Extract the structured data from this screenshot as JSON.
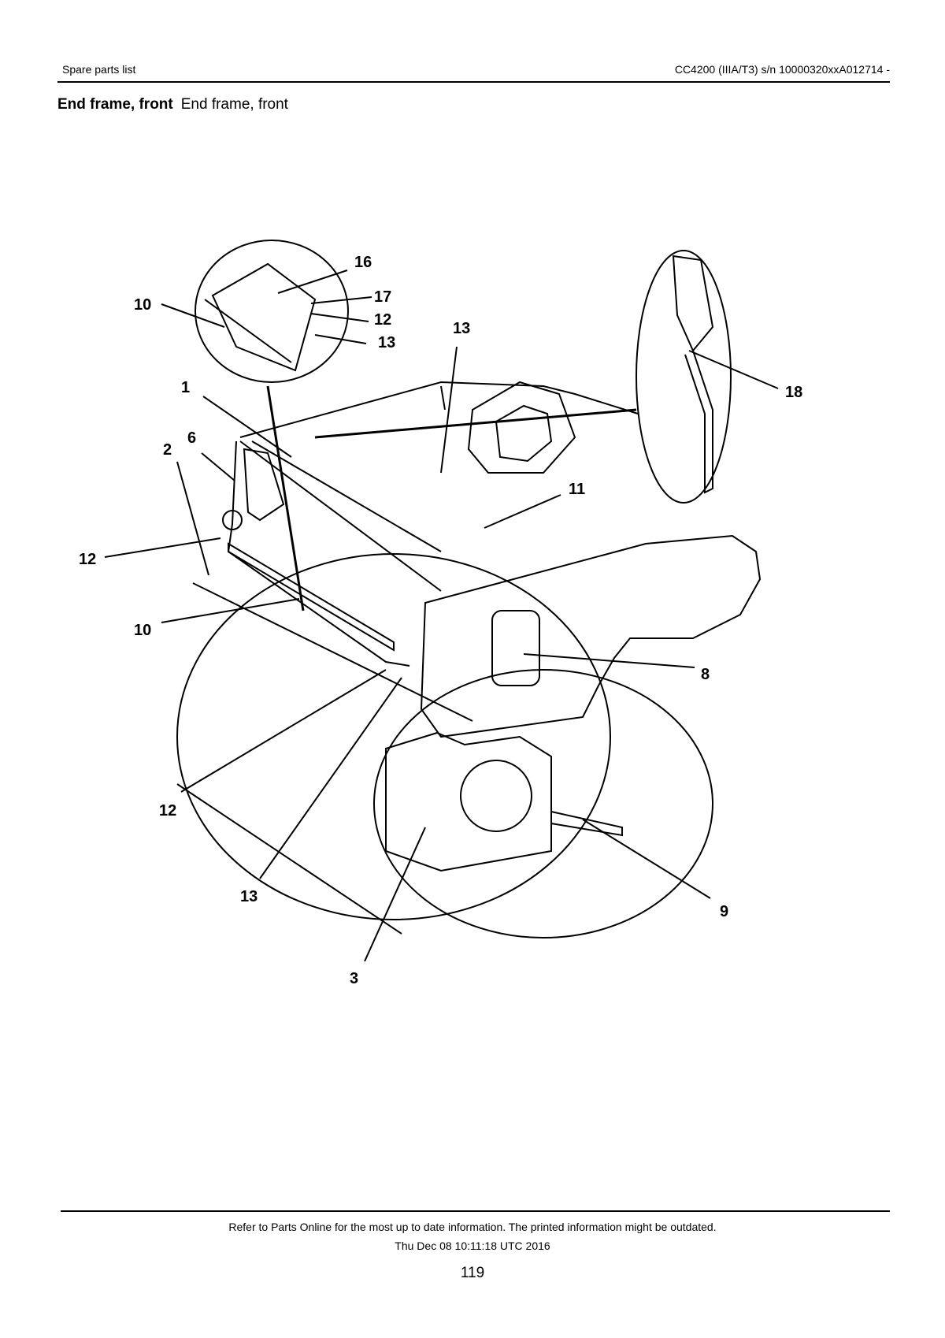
{
  "header": {
    "left": "Spare parts list",
    "right": "CC4200 (IIIA/T3) s/n 10000320xxA012714 -"
  },
  "section": {
    "title_bold": "End frame, front",
    "title_regular": "End frame, front"
  },
  "callouts": {
    "c16": "16",
    "c17": "17",
    "c12_detail": "12",
    "c13_detail": "13",
    "c10_detail": "10",
    "c13_top": "13",
    "c1": "1",
    "c6": "6",
    "c2": "2",
    "c18": "18",
    "c11": "11",
    "c12_left": "12",
    "c10_left": "10",
    "c8": "8",
    "c12_bottom": "12",
    "c13_bottom": "13",
    "c9": "9",
    "c3": "3"
  },
  "footer": {
    "note": "Refer to Parts Online for the most up to date information. The printed information might be outdated.",
    "timestamp": "Thu Dec 08 10:11:18 UTC 2016",
    "page_number": "119"
  }
}
